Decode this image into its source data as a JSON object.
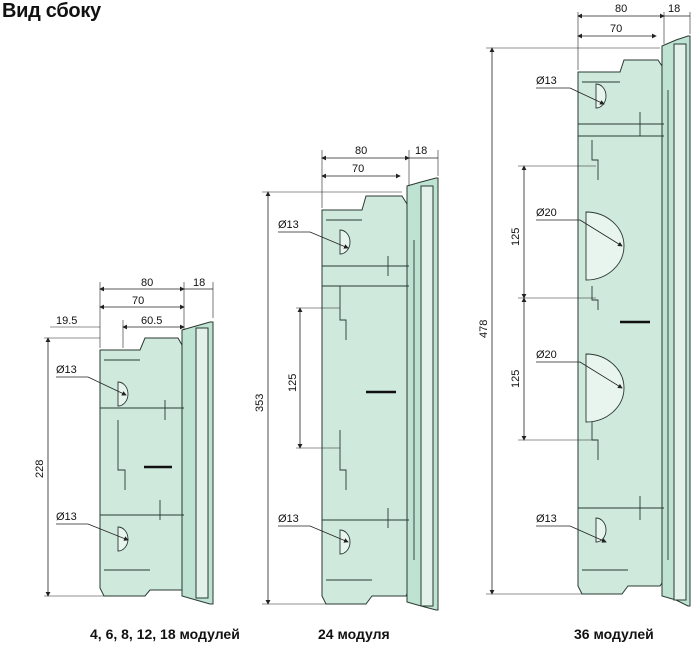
{
  "title": "Вид сбоку",
  "variants": [
    {
      "caption": "4, 6, 8, 12, 18 модулей",
      "dims": {
        "d80": "80",
        "d70": "70",
        "d18": "18",
        "d19": "19.5",
        "d60": "60.5",
        "height": "228"
      },
      "holes": [
        "Ø13",
        "Ø13"
      ]
    },
    {
      "caption": "24 модуля",
      "dims": {
        "d80": "80",
        "d70": "70",
        "d18": "18",
        "height": "353",
        "pitch": "125"
      },
      "holes": [
        "Ø13",
        "Ø13"
      ]
    },
    {
      "caption": "36 модулей",
      "dims": {
        "d80": "80",
        "d70": "70",
        "d18": "18",
        "height": "478",
        "pitch1": "125",
        "pitch2": "125"
      },
      "holes": [
        "Ø13",
        "Ø20",
        "Ø20",
        "Ø13"
      ]
    }
  ],
  "colors": {
    "body": "#cfe9dc",
    "outline": "#2a3a33"
  }
}
